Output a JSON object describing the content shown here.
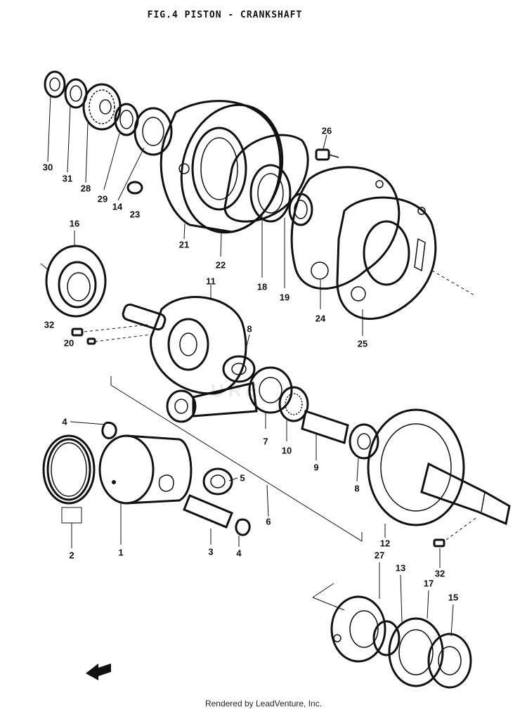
{
  "diagram": {
    "title": "FIG.4  PISTON - CRANKSHAFT",
    "footer": "Rendered by LeadVenture, Inc.",
    "watermark": "URE",
    "callouts": [
      "30",
      "31",
      "28",
      "29",
      "14",
      "23",
      "26",
      "21",
      "22",
      "18",
      "19",
      "24",
      "25",
      "16",
      "32",
      "20",
      "11",
      "8",
      "7",
      "10",
      "9",
      "8",
      "4",
      "5",
      "2",
      "1",
      "3",
      "4",
      "6",
      "12",
      "27",
      "13",
      "17",
      "15",
      "32"
    ]
  }
}
